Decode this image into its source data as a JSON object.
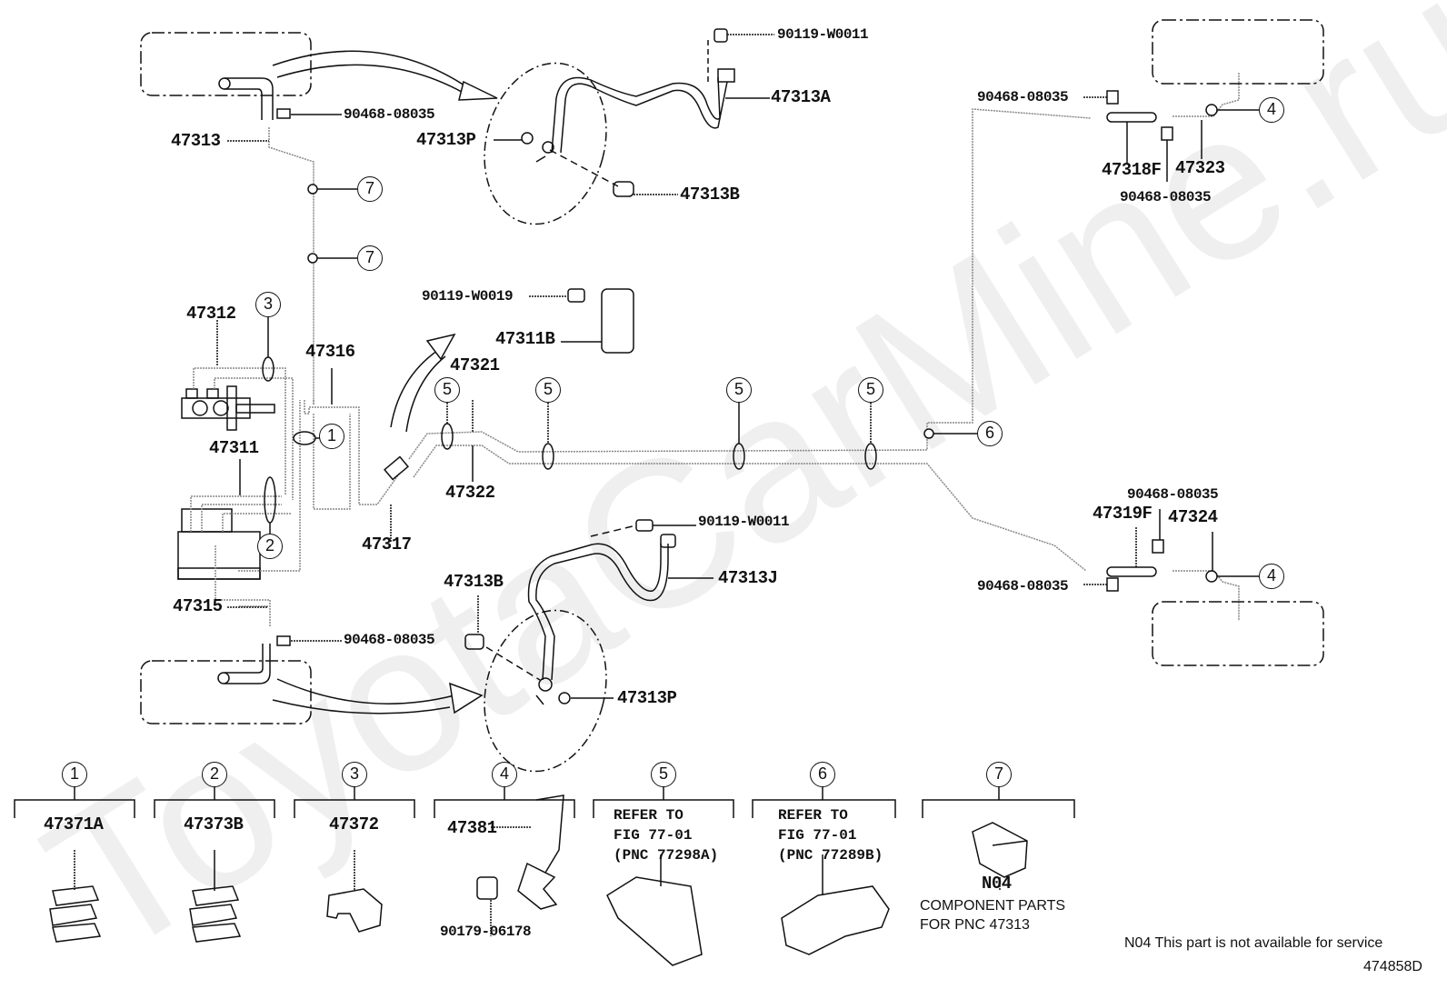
{
  "diagram": {
    "watermark": "ToyotaCarMine.ru",
    "figure_id": "474858D",
    "footnote": "N04 This part is not available for service"
  },
  "top_left": {
    "hose_label": "47313",
    "clip_label": "90468-08035"
  },
  "top_caliper": {
    "bolt_top": "90119-W0011",
    "hose_label": "47313A",
    "gasket_label": "47313P",
    "union_bolt_label": "47313B"
  },
  "master_area": {
    "tube_47312": "47312",
    "tube_47311": "47311",
    "tube_47316": "47316",
    "tube_47317": "47317",
    "tube_47315": "47315",
    "clip_label": "90468-08035"
  },
  "center": {
    "bolt_label": "90119-W0019",
    "bracket_label": "47311B",
    "tube_47321": "47321",
    "tube_47322": "47322"
  },
  "right_top": {
    "clip_top": "90468-08035",
    "hose": "47318F",
    "tube": "47323",
    "clip_bottom": "90468-08035"
  },
  "right_bottom": {
    "clip_top": "90468-08035",
    "hose": "47319F",
    "tube": "47324",
    "clip_bottom": "90468-08035"
  },
  "bottom_caliper": {
    "bolt_top": "90119-W0011",
    "hose_label": "47313J",
    "union_bolt_label": "47313B",
    "gasket_label": "47313P"
  },
  "callouts": {
    "c1": "1",
    "c2": "2",
    "c3": "3",
    "c4": "4",
    "c5": "5",
    "c6": "6",
    "c7": "7"
  },
  "legend": [
    {
      "num": "1",
      "part": "47371A"
    },
    {
      "num": "2",
      "part": "47373B"
    },
    {
      "num": "3",
      "part": "47372"
    },
    {
      "num": "4",
      "part": "47381",
      "sub_part": "90179-06178"
    },
    {
      "num": "5",
      "refer": "REFER TO\nFIG 77-01\n(PNC 77298A)"
    },
    {
      "num": "6",
      "refer": "REFER TO\nFIG 77-01\n(PNC 77289B)"
    },
    {
      "num": "7",
      "part": "N04",
      "note": "COMPONENT PARTS\nFOR PNC 47313"
    }
  ],
  "colors": {
    "line": "#111111",
    "tube": "#777777",
    "watermark": "#efefef"
  }
}
